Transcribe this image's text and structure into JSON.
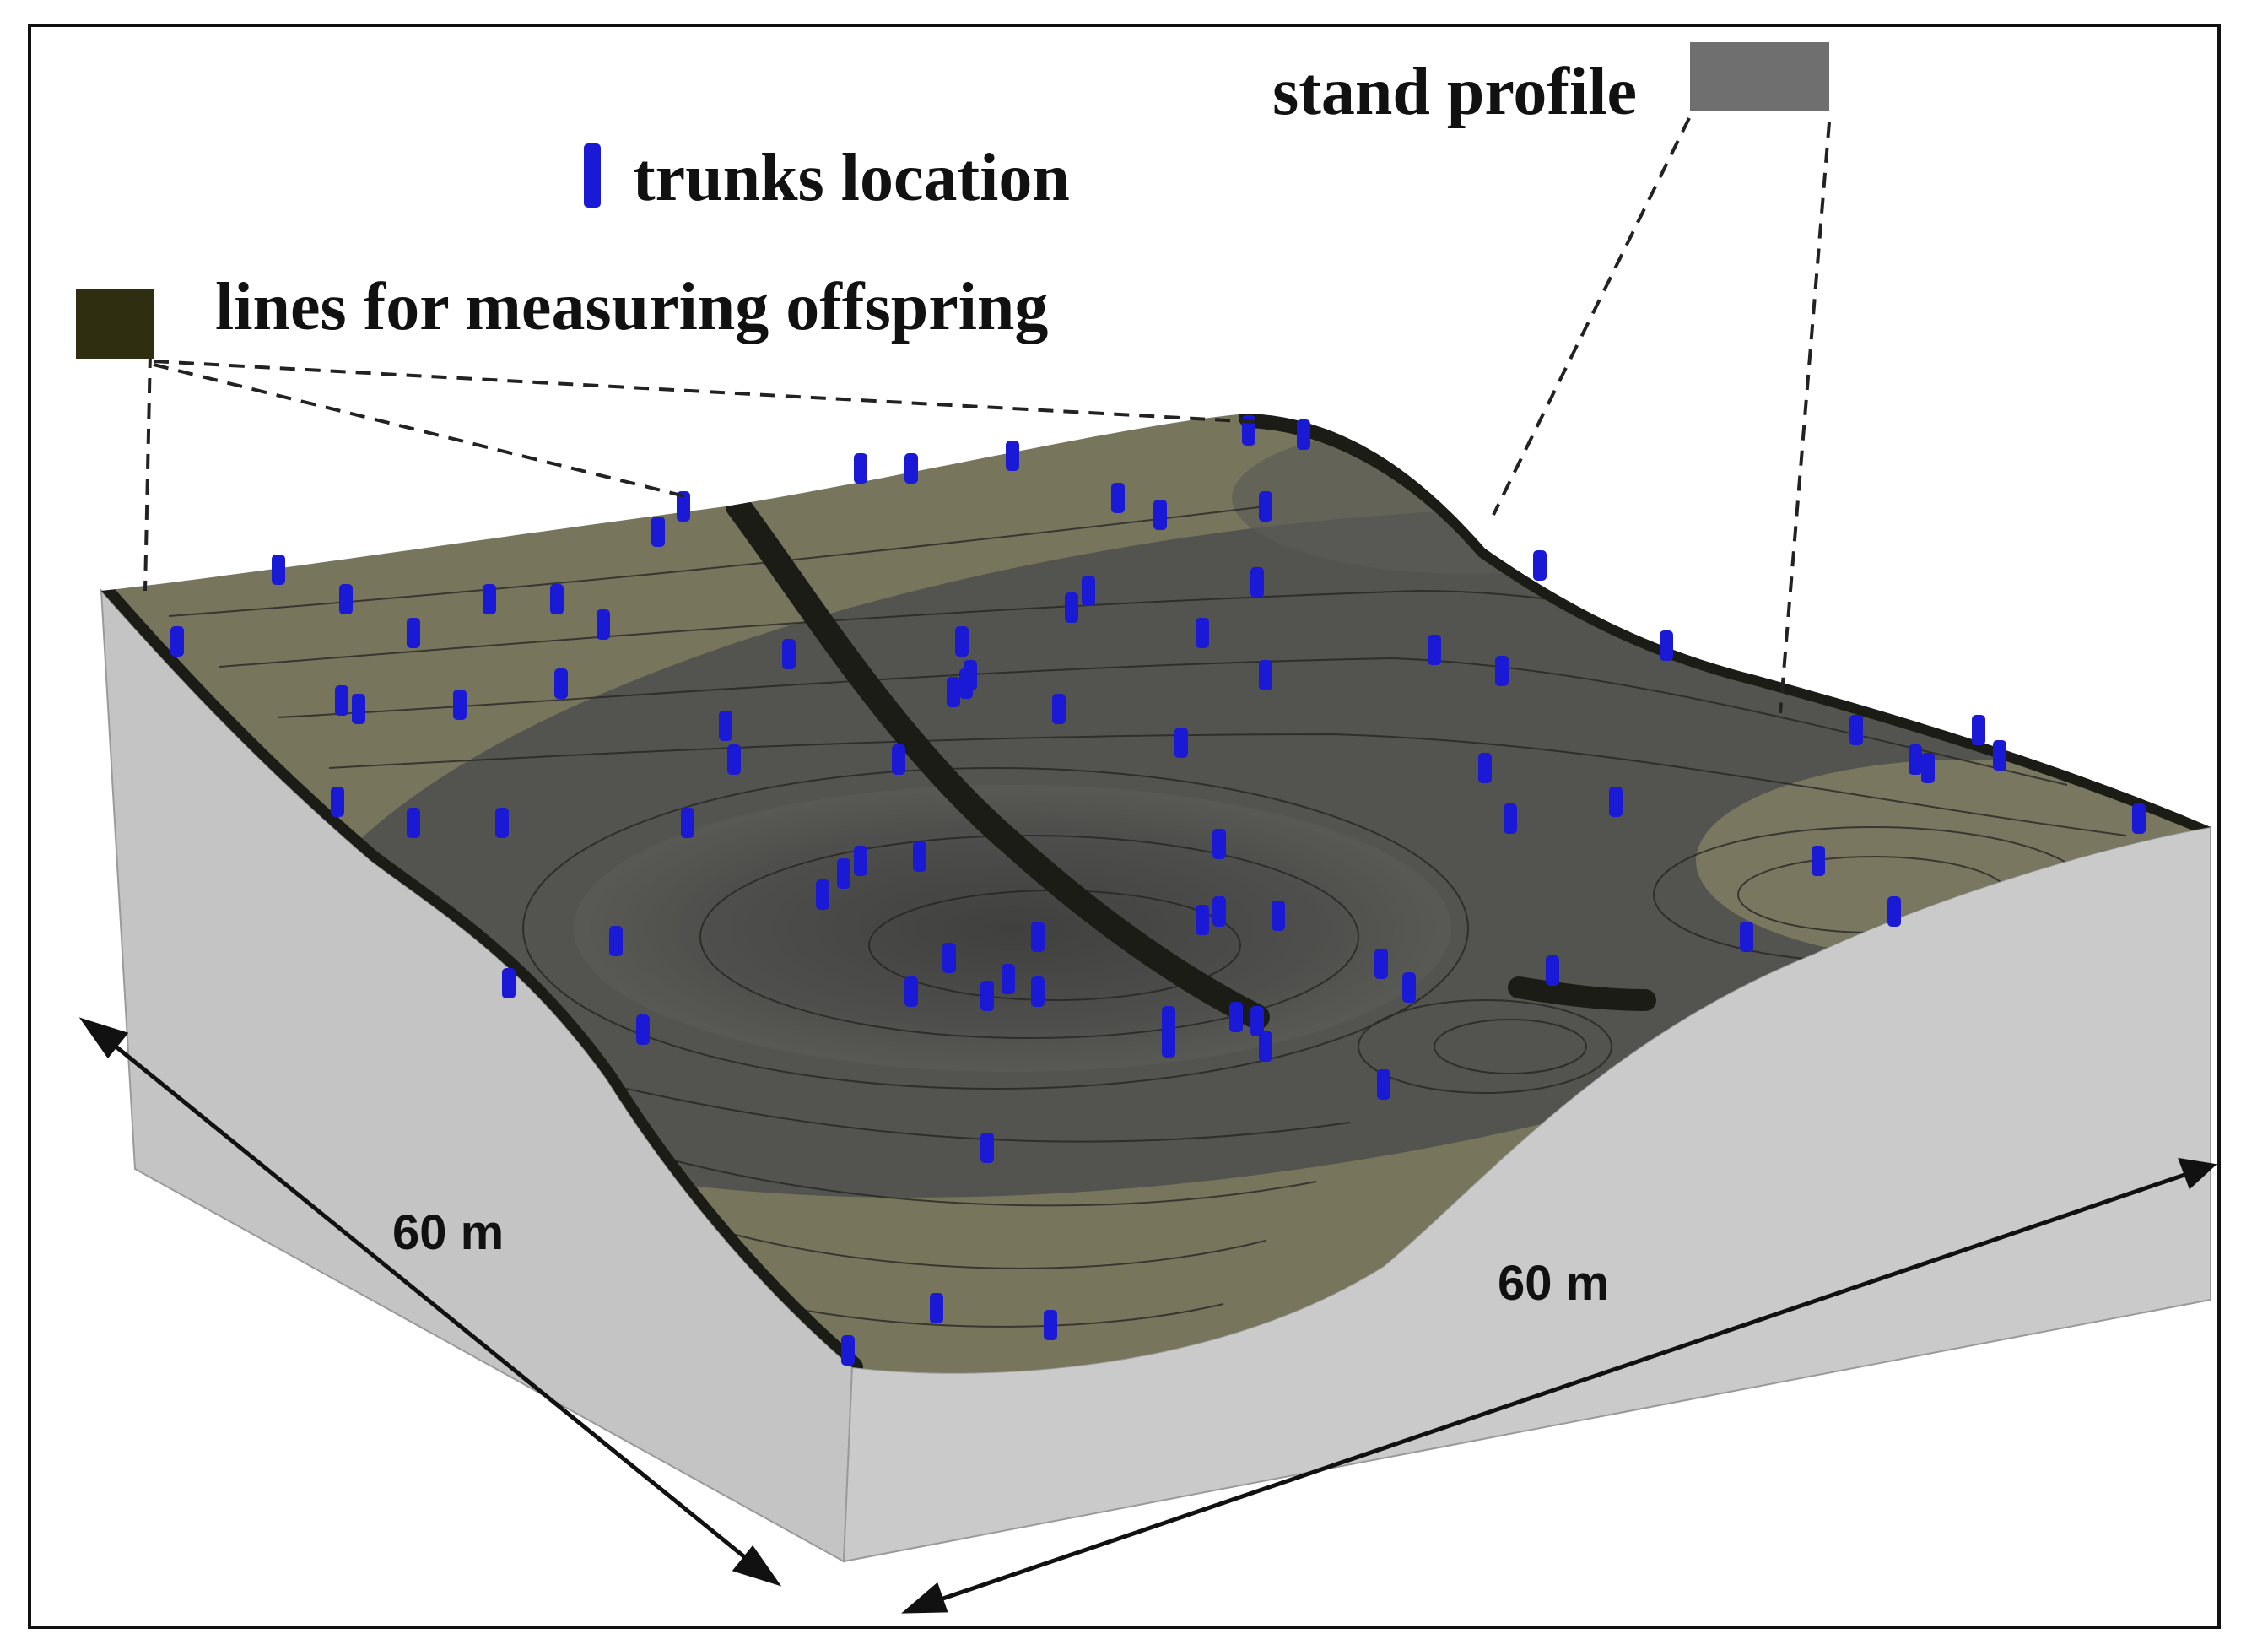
{
  "legend": {
    "stand_profile": "stand profile",
    "trunks_location": "trunks location",
    "measuring_lines": "lines for measuring offspring"
  },
  "dimensions": {
    "front_side": "60 m",
    "right_side": "60 m"
  },
  "colors": {
    "frame": "#111111",
    "terrain_olive": "#77755c",
    "depression_gray": "#4e4e4c",
    "block_side": "#c5c5c5",
    "measuring_line": "#1c1c17",
    "trunk": "#1a1ad6",
    "stand_profile_swatch": "#6f6f6f",
    "measuring_line_swatch": "#2f2e10"
  }
}
